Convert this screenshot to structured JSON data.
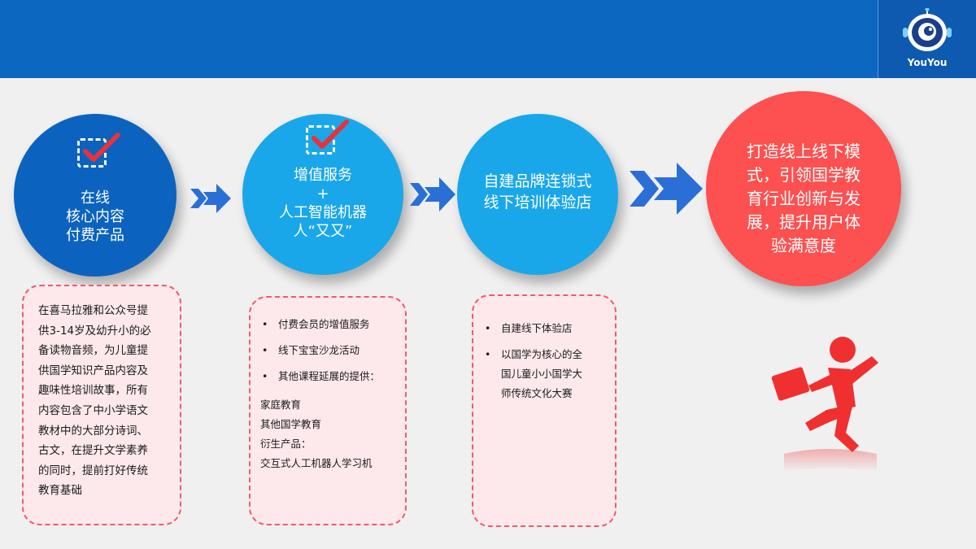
{
  "logo": {
    "text": "YouYou"
  },
  "circles": [
    {
      "id": "online-core",
      "lines": [
        "在线",
        "核心内容",
        "付费产品"
      ],
      "color": "#0b63bf",
      "has_check": true
    },
    {
      "id": "value-added",
      "lines": [
        "增值服务",
        "+",
        "人工智能机器",
        "人“又又”"
      ],
      "color": "#1aa7ea",
      "has_check": true
    },
    {
      "id": "offline-store",
      "lines": [
        "自建品牌连锁式",
        "线下培训体验店"
      ],
      "color": "#1aa7ea",
      "has_check": false
    },
    {
      "id": "goal",
      "lines": [
        "打造线上线下模",
        "式，引领国学教",
        "育行业创新与发",
        "展，提升用户体",
        "验满意度"
      ],
      "color": "#fd5050",
      "has_check": false
    }
  ],
  "boxes": {
    "b1": {
      "lines": [
        "在喜马拉雅和公众号提",
        "供3-14岁及幼升小的必",
        "备读物音频，为儿童提",
        "供国学知识产品内容及",
        "趣味性培训故事，所有",
        "内容包含了中小学语文",
        "教材中的大部分诗词、",
        "古文，在提升文学素养",
        "的同时，提前打好传统",
        "教育基础"
      ]
    },
    "b2": {
      "bullets": [
        "付费会员的增值服务",
        "线下宝宝沙龙活动",
        "其他课程延展的提供："
      ],
      "plain": [
        "家庭教育",
        "其他国学教育",
        "衍生产品：",
        "交互式人工机器人学习机"
      ]
    },
    "b3": {
      "bullets": [
        {
          "lines": [
            "自建线下体验店"
          ]
        },
        {
          "lines": [
            "以国学为核心的全",
            "国儿童小小国学大",
            "师传统文化大赛"
          ]
        }
      ]
    }
  },
  "colors": {
    "header": "#0b67c0",
    "background": "#f0f0f0",
    "box_fill": "#fde9ec",
    "box_border": "#f05a6a",
    "arrow": "#2a6fd6",
    "runner": "#f03030"
  },
  "icons": [
    "dashed-checkbox-icon",
    "double-arrow-icon",
    "running-man-briefcase-icon",
    "robot-logo-icon"
  ]
}
